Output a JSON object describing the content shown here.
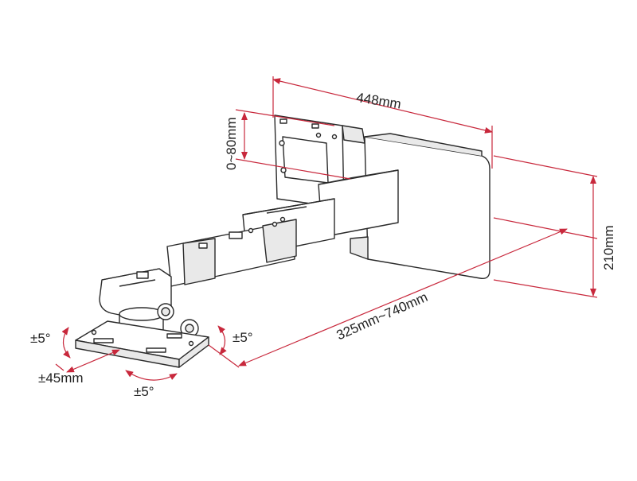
{
  "colors": {
    "dimension_line": "#c8283c",
    "outline": "#2a2a2a",
    "fill": "#ffffff",
    "shade": "#e9e9e9"
  },
  "dimensions": {
    "width": "448mm",
    "vertical_adjust": "0~80mm",
    "height": "210mm",
    "reach": "325mm~740mm",
    "tilt_left": "±5°",
    "tilt_right": "±5°",
    "swivel": "±5°",
    "shift": "±45mm"
  }
}
